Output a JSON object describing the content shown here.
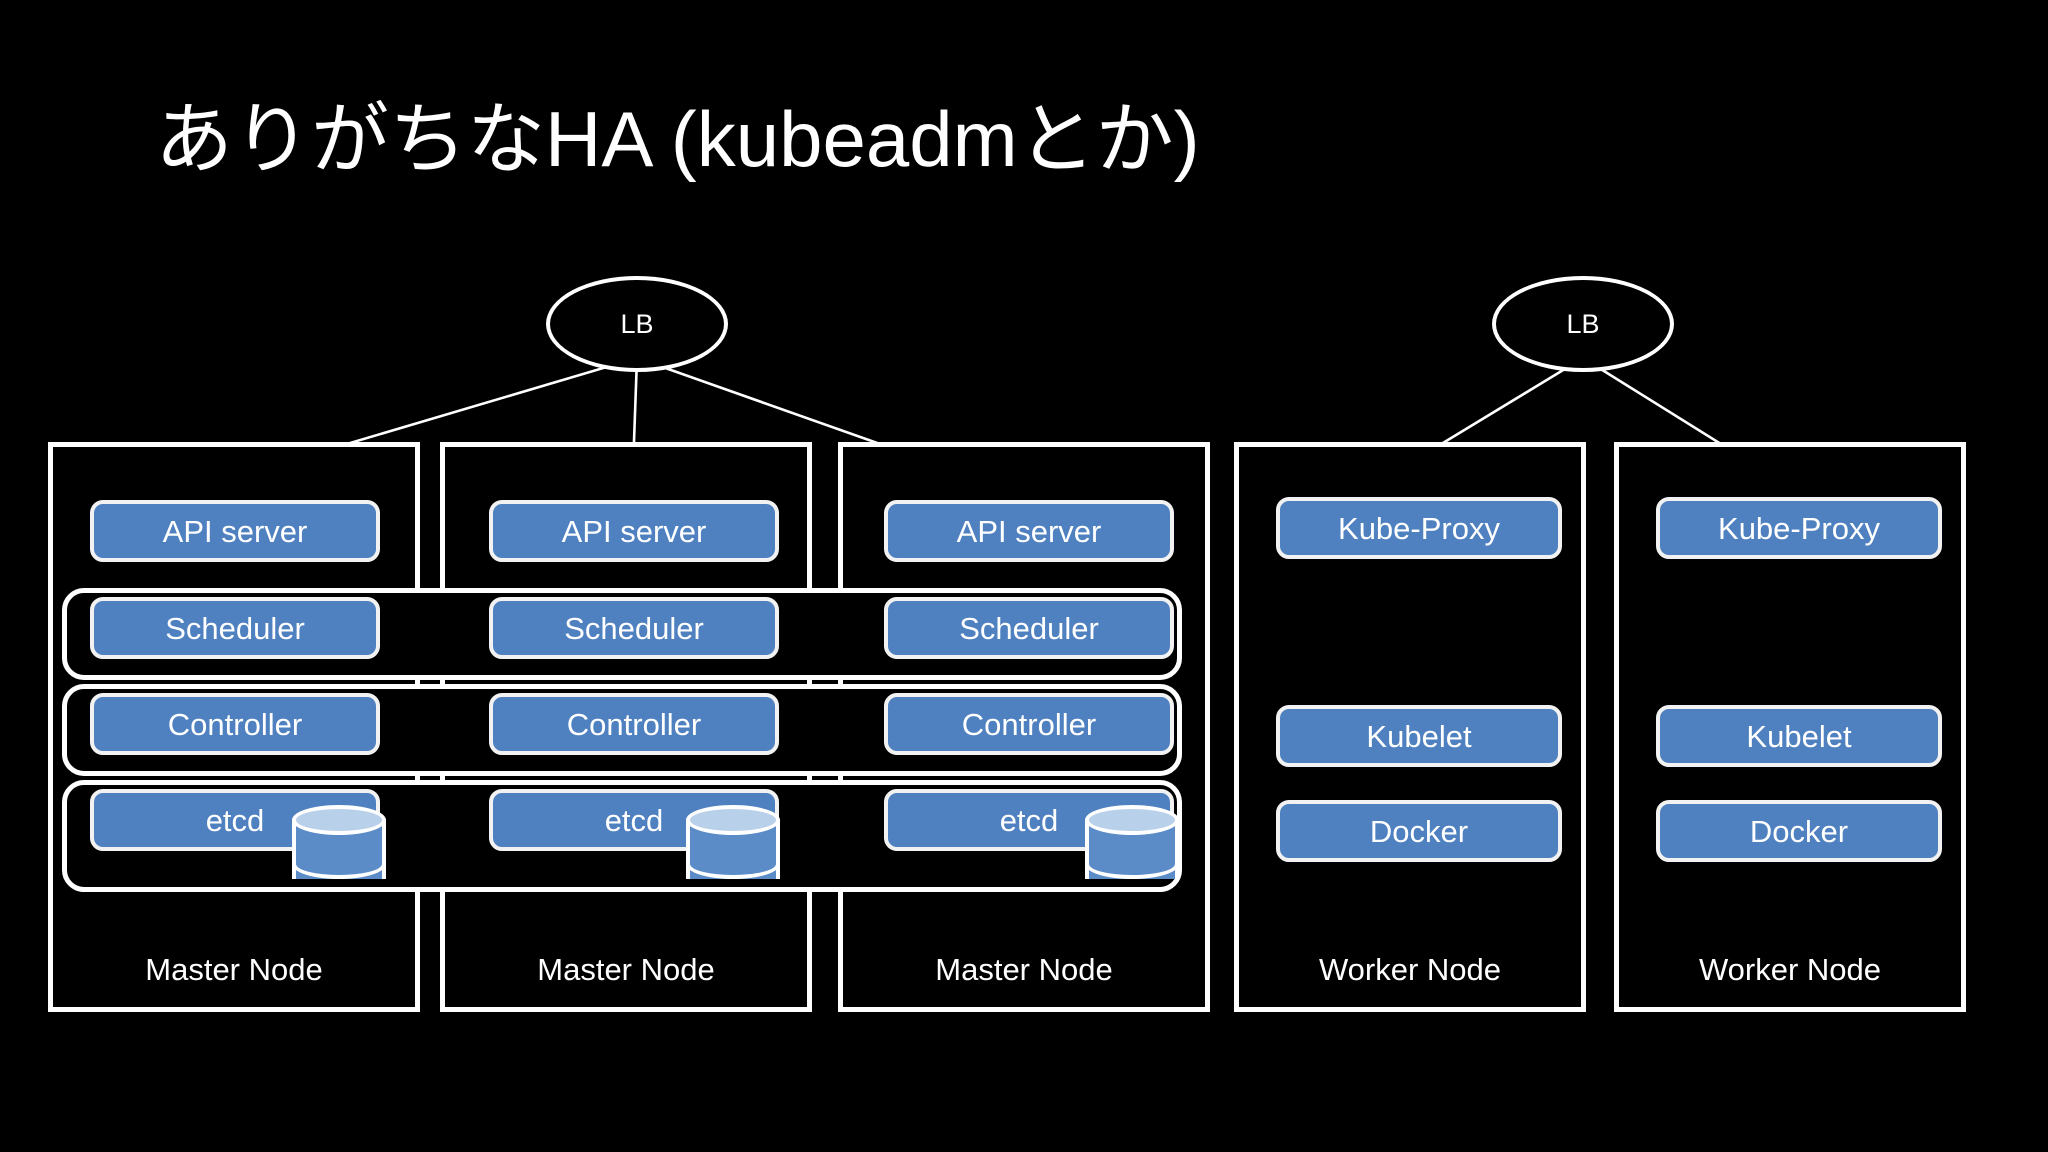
{
  "slide": {
    "title": "ありがちなHA (kubeadmとか)",
    "background_color": "#000000",
    "accent_color": "#4f81c0",
    "outline_color": "#ffffff"
  },
  "load_balancers": [
    {
      "label": "LB",
      "name": "lb-master"
    },
    {
      "label": "LB",
      "name": "lb-worker"
    }
  ],
  "master_nodes": [
    {
      "label": "Master Node",
      "components": [
        {
          "label": "API server",
          "icon": null
        },
        {
          "label": "Scheduler",
          "icon": null
        },
        {
          "label": "Controller",
          "icon": null
        },
        {
          "label": "etcd",
          "icon": "database-cylinder-icon"
        }
      ]
    },
    {
      "label": "Master Node",
      "components": [
        {
          "label": "API server",
          "icon": null
        },
        {
          "label": "Scheduler",
          "icon": null
        },
        {
          "label": "Controller",
          "icon": null
        },
        {
          "label": "etcd",
          "icon": "database-cylinder-icon"
        }
      ]
    },
    {
      "label": "Master Node",
      "components": [
        {
          "label": "API server",
          "icon": null
        },
        {
          "label": "Scheduler",
          "icon": null
        },
        {
          "label": "Controller",
          "icon": null
        },
        {
          "label": "etcd",
          "icon": "database-cylinder-icon"
        }
      ]
    }
  ],
  "worker_nodes": [
    {
      "label": "Worker Node",
      "components": [
        {
          "label": "Kube-Proxy"
        },
        {
          "label": "Kubelet"
        },
        {
          "label": "Docker"
        }
      ]
    },
    {
      "label": "Worker Node",
      "components": [
        {
          "label": "Kube-Proxy"
        },
        {
          "label": "Kubelet"
        },
        {
          "label": "Docker"
        }
      ]
    }
  ]
}
